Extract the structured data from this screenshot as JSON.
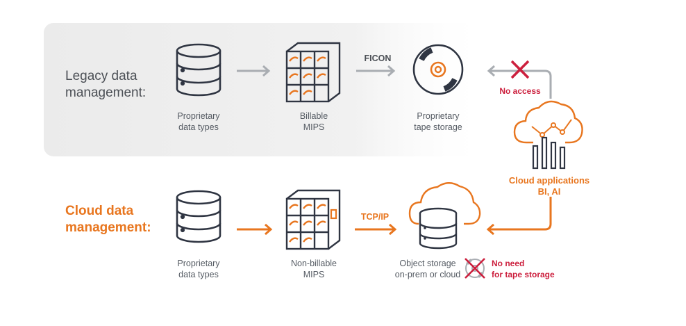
{
  "legacy": {
    "title_line1": "Legacy data",
    "title_line2": "management:",
    "source_line1": "Proprietary",
    "source_line2": "data types",
    "compute_line1": "Billable",
    "compute_line2": "MIPS",
    "protocol": "FICON",
    "storage_line1": "Proprietary",
    "storage_line2": "tape storage",
    "no_access": "No access"
  },
  "cloud_apps": {
    "line1": "Cloud applications",
    "line2": "BI, AI"
  },
  "cloud": {
    "title_line1": "Cloud data",
    "title_line2": "management:",
    "source_line1": "Proprietary",
    "source_line2": "data types",
    "compute_line1": "Non-billable",
    "compute_line2": "MIPS",
    "protocol": "TCP/IP",
    "storage_line1": "Object storage",
    "storage_line2": "on-prem or cloud",
    "no_need_line1": "No need",
    "no_need_line2": "for tape storage"
  },
  "colors": {
    "accent": "#e8761f",
    "dark": "#2f3542",
    "gray_arrow": "#a9adb2",
    "red": "#cc1f3d",
    "panel": "#efefef"
  }
}
